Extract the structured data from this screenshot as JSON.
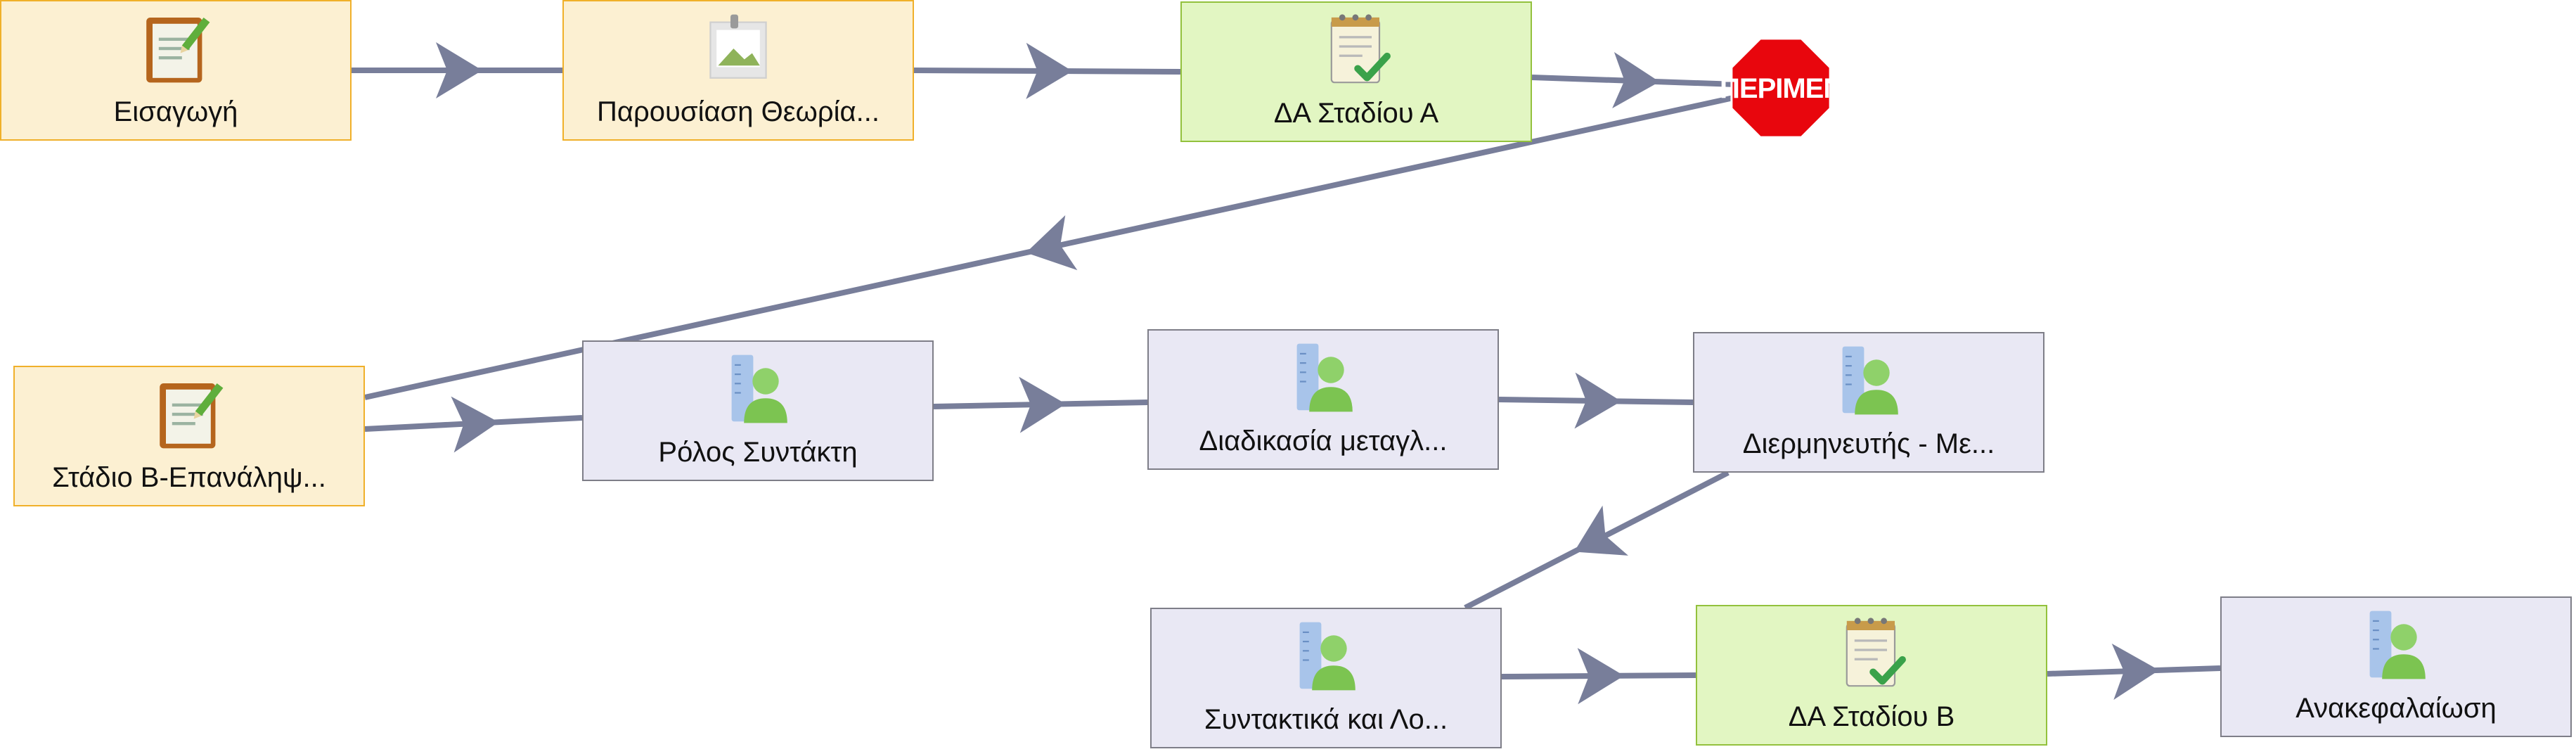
{
  "colors": {
    "connector": "#787e9a",
    "gate_fill": "#fcf0d2",
    "gate_border": "#f0b02a",
    "group_fill": "#e9e8f4",
    "group_border": "#7e7e88",
    "test_fill": "#e2f6c2",
    "test_border": "#93c13d",
    "stop_fill": "#e8060d"
  },
  "nodes": [
    {
      "id": "eisagogi",
      "label": "Εισαγωγή",
      "kind": "gate",
      "icon": "notebook-pencil-icon"
    },
    {
      "id": "parousiasi",
      "label": "Παρουσίαση Θεωρία...",
      "kind": "gate",
      "icon": "image-resource-icon"
    },
    {
      "id": "da-a",
      "label": "ΔΑ Σταδίου Α",
      "kind": "test",
      "icon": "test-notepad-check-icon"
    },
    {
      "id": "stadio-b",
      "label": "Στάδιο Β-Επανάληψ...",
      "kind": "gate",
      "icon": "notebook-pencil-icon"
    },
    {
      "id": "rolos",
      "label": "Ρόλος Συντάκτη",
      "kind": "group",
      "icon": "user-role-icon"
    },
    {
      "id": "diadikasia",
      "label": "Διαδικασία μεταγλ...",
      "kind": "group",
      "icon": "user-role-icon"
    },
    {
      "id": "diermineftis",
      "label": "Διερμηνευτής - Με...",
      "kind": "group",
      "icon": "user-role-icon"
    },
    {
      "id": "syntaktika",
      "label": "Συντακτικά και Λο...",
      "kind": "group",
      "icon": "user-role-icon"
    },
    {
      "id": "da-b",
      "label": "ΔΑ Σταδίου Β",
      "kind": "test",
      "icon": "test-notepad-check-icon"
    },
    {
      "id": "anakef",
      "label": "Ανακεφαλαίωση",
      "kind": "group",
      "icon": "user-role-icon"
    }
  ],
  "stop": {
    "label": "ΠΕΡΙΜΕΝΕ",
    "icon": "stop-sign-icon"
  },
  "edges": [
    {
      "from": "eisagogi",
      "to": "parousiasi"
    },
    {
      "from": "parousiasi",
      "to": "da-a"
    },
    {
      "from": "da-a",
      "to": "stop"
    },
    {
      "from": "stop",
      "to": "stadio-b"
    },
    {
      "from": "stadio-b",
      "to": "rolos"
    },
    {
      "from": "rolos",
      "to": "diadikasia"
    },
    {
      "from": "diadikasia",
      "to": "diermineftis"
    },
    {
      "from": "diermineftis",
      "to": "syntaktika"
    },
    {
      "from": "syntaktika",
      "to": "da-b"
    },
    {
      "from": "da-b",
      "to": "anakef"
    }
  ]
}
